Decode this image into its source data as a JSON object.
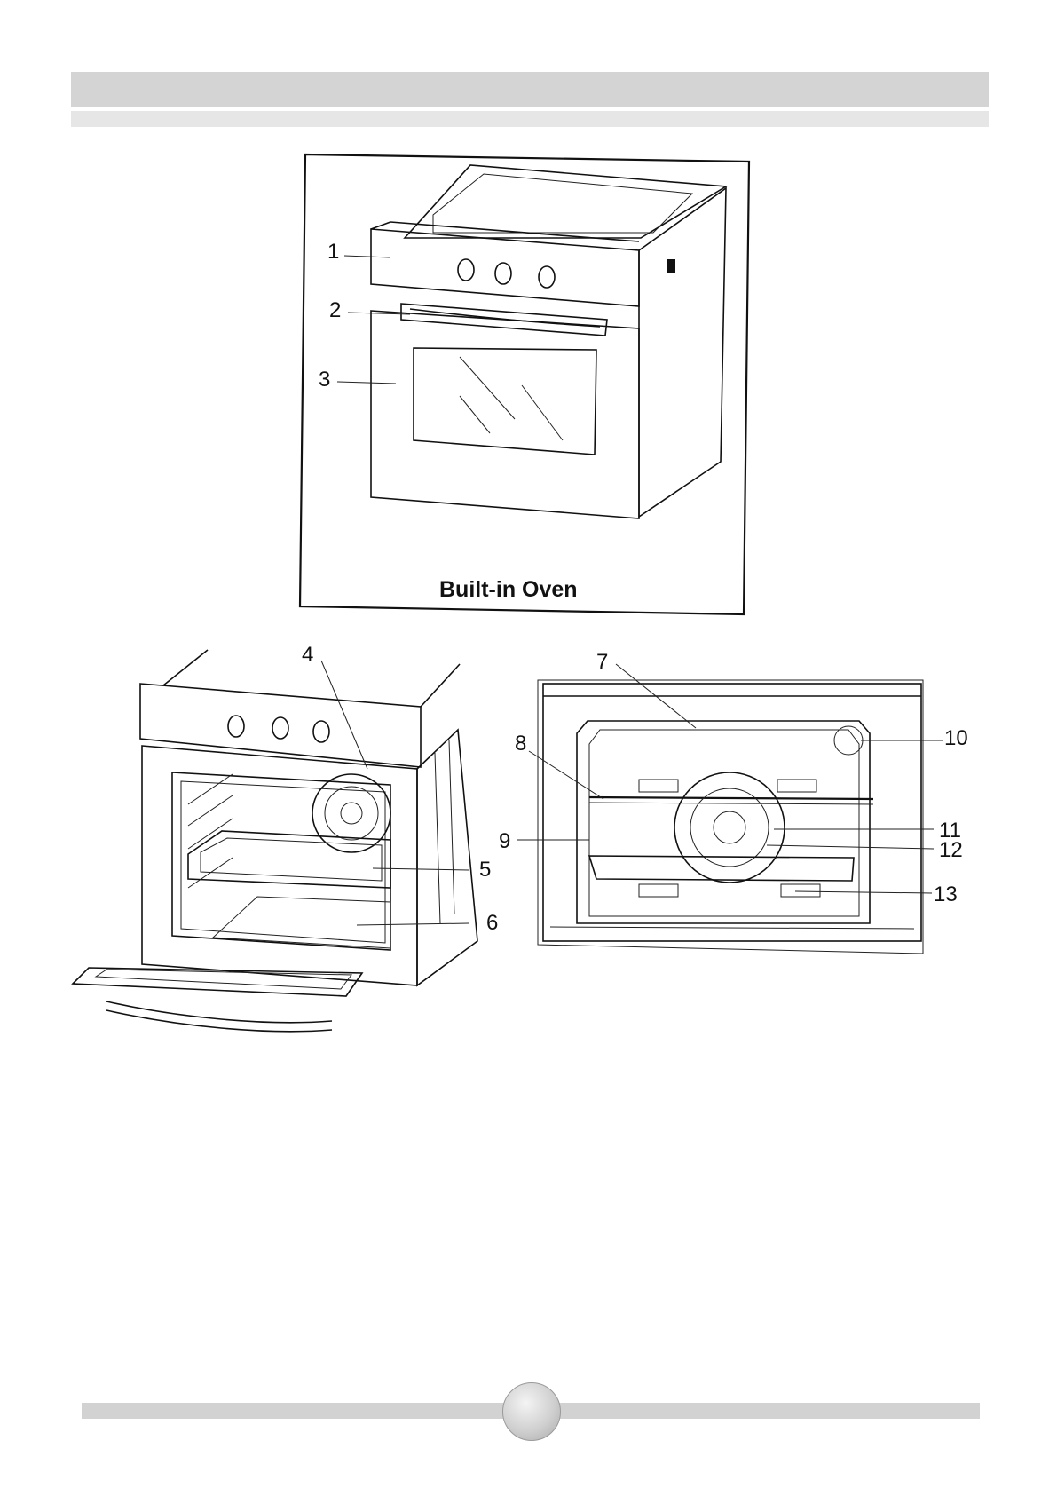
{
  "caption": "Built-in Oven",
  "labels": {
    "l1": "1",
    "l2": "2",
    "l3": "3",
    "l4": "4",
    "l5": "5",
    "l6": "6",
    "l7": "7",
    "l8": "8",
    "l9": "9",
    "l10": "10",
    "l11": "11",
    "l12": "12",
    "l13": "13"
  }
}
